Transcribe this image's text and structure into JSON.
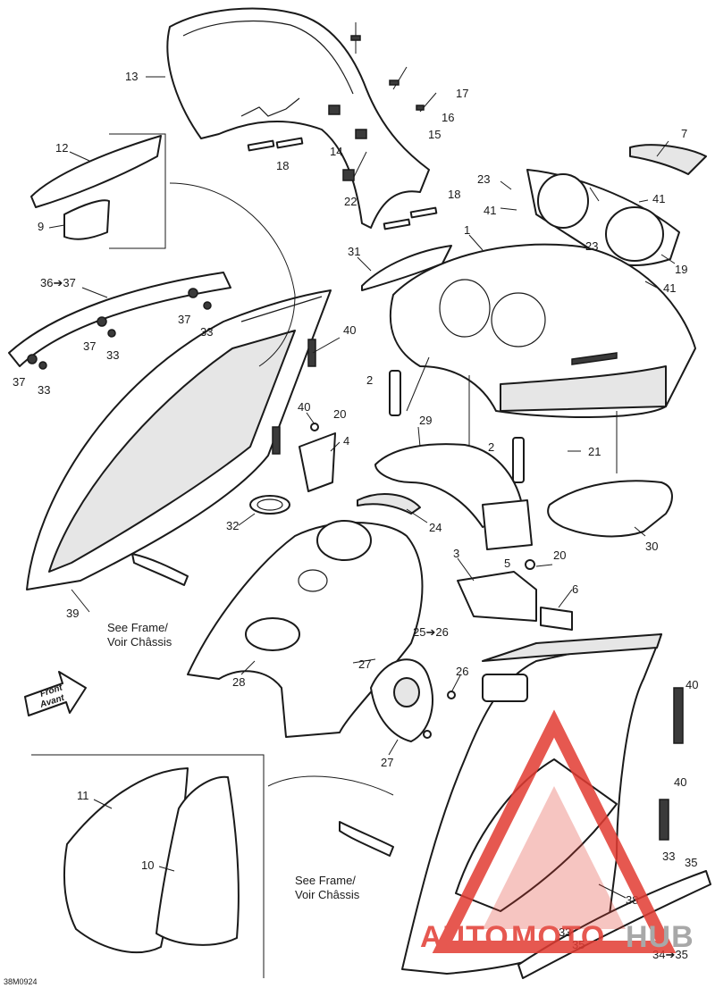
{
  "callouts": {
    "c1": "1",
    "c2a": "2",
    "c2b": "2",
    "c3": "3",
    "c4": "4",
    "c5": "5",
    "c6": "6",
    "c7": "7",
    "c9": "9",
    "c10": "10",
    "c11": "11",
    "c12": "12",
    "c13": "13",
    "c14": "14",
    "c15": "15",
    "c16": "16",
    "c17": "17",
    "c18a": "18",
    "c18b": "18",
    "c19": "19",
    "c20a": "20",
    "c20b": "20",
    "c21": "21",
    "c22": "22",
    "c23a": "23",
    "c23b": "23",
    "c24": "24",
    "c25_26": "25➔26",
    "c26": "26",
    "c27a": "27",
    "c27b": "27",
    "c28": "28",
    "c29": "29",
    "c30": "30",
    "c31": "31",
    "c32": "32",
    "c33a": "33",
    "c33b": "33",
    "c33c": "33",
    "c33d": "33",
    "c33e": "33",
    "c34_35": "34➔35",
    "c35a": "35",
    "c35b": "35",
    "c36_37": "36➔37",
    "c37a": "37",
    "c37b": "37",
    "c37c": "37",
    "c38": "38",
    "c39": "39",
    "c40a": "40",
    "c40b": "40",
    "c40c": "40",
    "c40d": "40",
    "c41a": "41",
    "c41b": "41",
    "c41c": "41"
  },
  "notes": {
    "see_frame_1_line1": "See Frame/",
    "see_frame_1_line2": "Voir Châssis",
    "see_frame_2_line1": "See Frame/",
    "see_frame_2_line2": "Voir Châssis"
  },
  "front_arrow": {
    "line1": "Front",
    "line2": "Avant"
  },
  "drawing_code": "38M0924",
  "watermark": {
    "part1": "AUTO",
    "part2": "MOTO",
    "part3": "HUB"
  },
  "colors": {
    "watermark_red": "#e23b32",
    "watermark_gray": "#9a9a9a",
    "ink": "#1a1a1a"
  }
}
